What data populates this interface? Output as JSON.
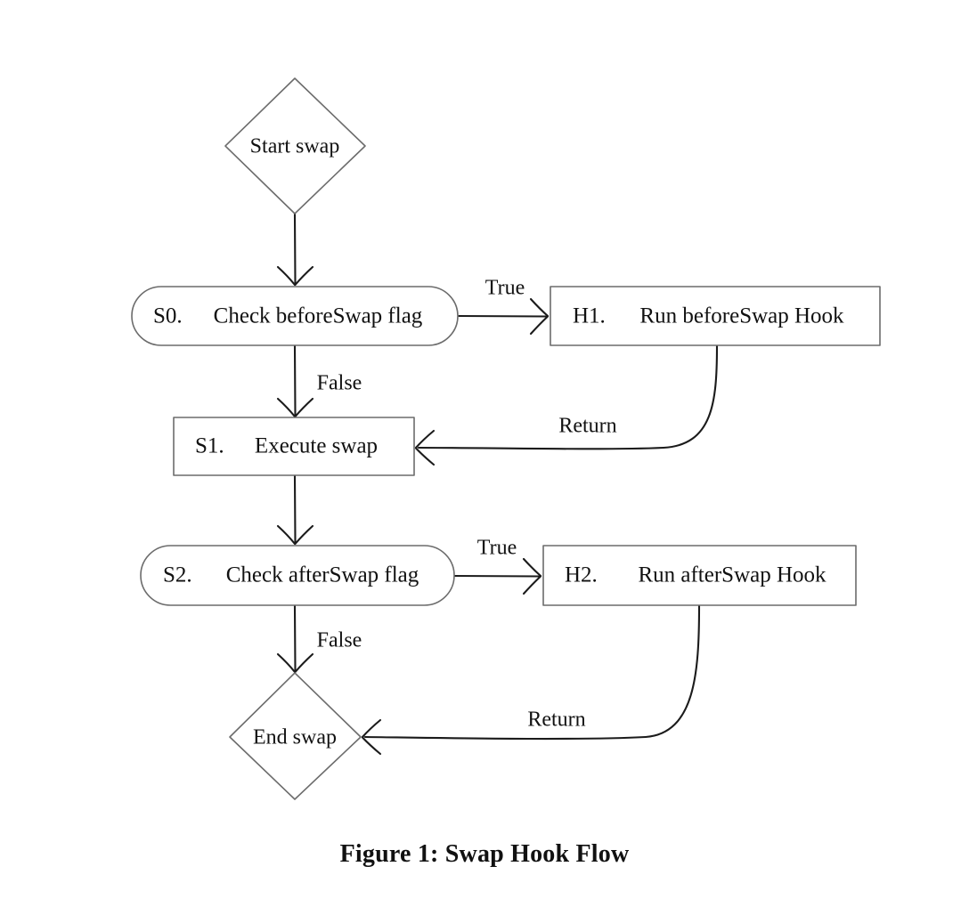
{
  "figure": {
    "caption": "Figure 1: Swap Hook Flow",
    "background_color": "#ffffff",
    "node_stroke_color": "#6c6c6c",
    "edge_stroke_color": "#1b1b1b",
    "text_color": "#111111"
  },
  "nodes": {
    "start": {
      "shape": "diamond",
      "label": "Start swap"
    },
    "s0": {
      "shape": "stadium",
      "key": "S0.",
      "label": "Check beforeSwap flag"
    },
    "h1": {
      "shape": "rectangle",
      "key": "H1.",
      "label": "Run beforeSwap Hook"
    },
    "s1": {
      "shape": "rectangle",
      "key": "S1.",
      "label": "Execute swap"
    },
    "s2": {
      "shape": "stadium",
      "key": "S2.",
      "label": "Check afterSwap flag"
    },
    "h2": {
      "shape": "rectangle",
      "key": "H2.",
      "label": "Run afterSwap Hook"
    },
    "end": {
      "shape": "diamond",
      "label": "End swap"
    }
  },
  "edges": {
    "start_to_s0": {
      "label": ""
    },
    "s0_to_h1": {
      "label": "True"
    },
    "s0_to_s1": {
      "label": "False"
    },
    "h1_to_s1": {
      "label": "Return"
    },
    "s1_to_s2": {
      "label": ""
    },
    "s2_to_h2": {
      "label": "True"
    },
    "s2_to_end": {
      "label": "False"
    },
    "h2_to_end": {
      "label": "Return"
    }
  }
}
